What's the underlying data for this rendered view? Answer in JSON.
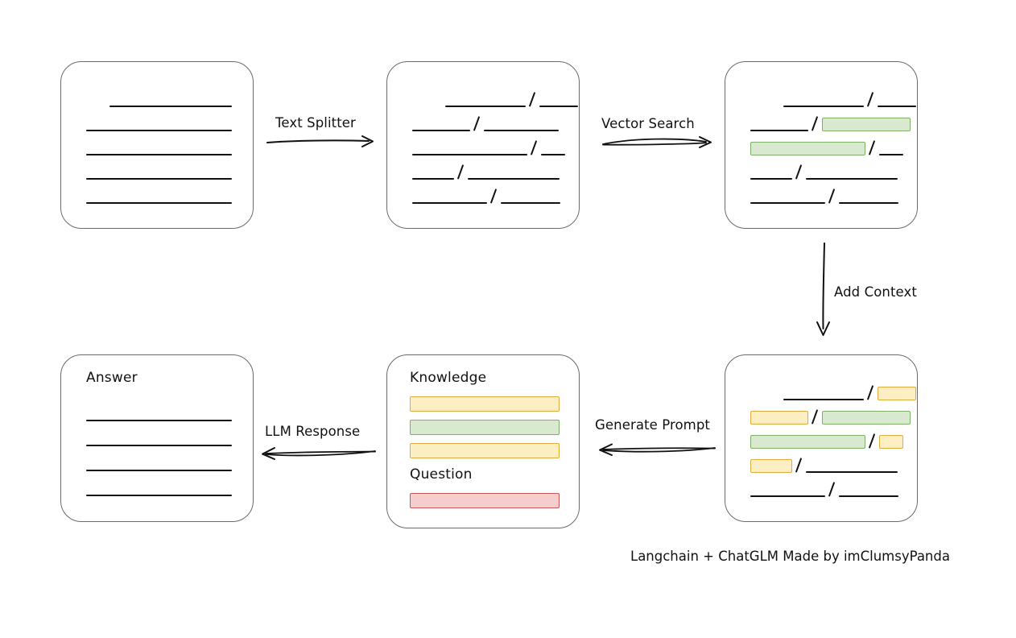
{
  "diagram": {
    "title_caption": "Langchain + ChatGLM Made by imClumsyPanda",
    "colors": {
      "box_border": "#6a6a6a",
      "line": "#111111",
      "green_fill": "#d8e9d0",
      "green_border": "#7fb069",
      "yellow_fill": "#fdeec4",
      "yellow_border": "#e0ad3d",
      "red_fill": "#f5cdcd",
      "red_border": "#c55a5a"
    },
    "nodes": [
      {
        "id": "source-document",
        "title": "",
        "rows": [
          {
            "segments": [
              {
                "kind": "line",
                "w": 152,
                "indent": 29
              }
            ]
          },
          {
            "segments": [
              {
                "kind": "line",
                "w": 181,
                "indent": 0
              }
            ]
          },
          {
            "segments": [
              {
                "kind": "line",
                "w": 181,
                "indent": 0
              }
            ]
          },
          {
            "segments": [
              {
                "kind": "line",
                "w": 181,
                "indent": 0
              }
            ]
          },
          {
            "segments": [
              {
                "kind": "line",
                "w": 181,
                "indent": 0
              }
            ]
          }
        ]
      },
      {
        "id": "split-chunks",
        "title": "",
        "rows": [
          {
            "segments": [
              {
                "kind": "line",
                "w": 100,
                "indent": 41
              },
              {
                "kind": "slash"
              },
              {
                "kind": "line",
                "w": 48
              }
            ]
          },
          {
            "segments": [
              {
                "kind": "line",
                "w": 72,
                "indent": 0
              },
              {
                "kind": "slash"
              },
              {
                "kind": "line",
                "w": 93
              }
            ]
          },
          {
            "segments": [
              {
                "kind": "line",
                "w": 143,
                "indent": 0
              },
              {
                "kind": "slash"
              },
              {
                "kind": "line",
                "w": 30
              }
            ]
          },
          {
            "segments": [
              {
                "kind": "line",
                "w": 52,
                "indent": 0
              },
              {
                "kind": "slash"
              },
              {
                "kind": "line",
                "w": 114
              }
            ]
          },
          {
            "segments": [
              {
                "kind": "line",
                "w": 93,
                "indent": 0
              },
              {
                "kind": "slash"
              },
              {
                "kind": "line",
                "w": 74
              }
            ]
          }
        ]
      },
      {
        "id": "vector-matched-chunks",
        "title": "",
        "rows": [
          {
            "segments": [
              {
                "kind": "line",
                "w": 100,
                "indent": 41
              },
              {
                "kind": "slash"
              },
              {
                "kind": "line",
                "w": 48
              }
            ]
          },
          {
            "segments": [
              {
                "kind": "line",
                "w": 72,
                "indent": 0
              },
              {
                "kind": "slash"
              },
              {
                "kind": "green",
                "w": 110
              }
            ]
          },
          {
            "segments": [
              {
                "kind": "green",
                "w": 143,
                "indent": 0
              },
              {
                "kind": "slash"
              },
              {
                "kind": "line",
                "w": 30
              }
            ]
          },
          {
            "segments": [
              {
                "kind": "line",
                "w": 52,
                "indent": 0
              },
              {
                "kind": "slash"
              },
              {
                "kind": "line",
                "w": 114
              }
            ]
          },
          {
            "segments": [
              {
                "kind": "line",
                "w": 93,
                "indent": 0
              },
              {
                "kind": "slash"
              },
              {
                "kind": "line",
                "w": 74
              }
            ]
          }
        ]
      },
      {
        "id": "context-added-chunks",
        "title": "",
        "rows": [
          {
            "segments": [
              {
                "kind": "line",
                "w": 100,
                "indent": 41
              },
              {
                "kind": "slash"
              },
              {
                "kind": "yellow",
                "w": 48
              }
            ]
          },
          {
            "segments": [
              {
                "kind": "yellow",
                "w": 72,
                "indent": 0
              },
              {
                "kind": "slash"
              },
              {
                "kind": "green",
                "w": 110
              }
            ]
          },
          {
            "segments": [
              {
                "kind": "green",
                "w": 143,
                "indent": 0
              },
              {
                "kind": "slash"
              },
              {
                "kind": "yellow",
                "w": 30
              }
            ]
          },
          {
            "segments": [
              {
                "kind": "yellow",
                "w": 52,
                "indent": 0
              },
              {
                "kind": "slash"
              },
              {
                "kind": "line",
                "w": 114
              }
            ]
          },
          {
            "segments": [
              {
                "kind": "line",
                "w": 93,
                "indent": 0
              },
              {
                "kind": "slash"
              },
              {
                "kind": "line",
                "w": 74
              }
            ]
          }
        ]
      },
      {
        "id": "prompt",
        "title": "",
        "rows": []
      },
      {
        "id": "answer",
        "title": "Answer",
        "rows": [
          {
            "segments": [
              {
                "kind": "line",
                "w": 181,
                "indent": 0
              }
            ]
          },
          {
            "segments": [
              {
                "kind": "line",
                "w": 181,
                "indent": 0
              }
            ]
          },
          {
            "segments": [
              {
                "kind": "line",
                "w": 181,
                "indent": 0
              }
            ]
          },
          {
            "segments": [
              {
                "kind": "line",
                "w": 181,
                "indent": 0
              }
            ]
          }
        ]
      }
    ],
    "prompt_box": {
      "knowledge_label": "Knowledge",
      "question_label": "Question",
      "knowledge_bars": [
        "yellow",
        "green",
        "yellow"
      ],
      "question_bars": [
        "red"
      ]
    },
    "edges": [
      {
        "id": "text-splitter",
        "label": "Text Splitter",
        "direction": "right",
        "style": "straight"
      },
      {
        "id": "vector-search",
        "label": "Vector Search",
        "direction": "right",
        "style": "lens"
      },
      {
        "id": "add-context",
        "label": "Add Context",
        "direction": "down",
        "style": "straight"
      },
      {
        "id": "generate-prompt",
        "label": "Generate Prompt",
        "direction": "left",
        "style": "lens"
      },
      {
        "id": "llm-response",
        "label": "LLM Response",
        "direction": "left",
        "style": "lens"
      }
    ]
  }
}
